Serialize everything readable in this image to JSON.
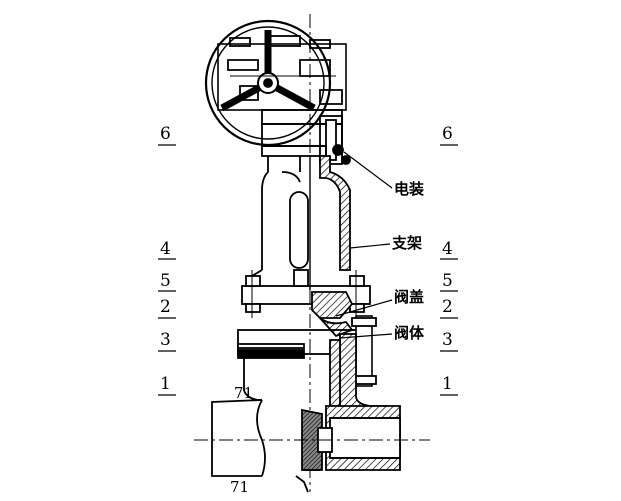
{
  "left_markers": [
    {
      "id": "left-6",
      "text": "6"
    },
    {
      "id": "left-4",
      "text": "4"
    },
    {
      "id": "left-5",
      "text": "5"
    },
    {
      "id": "left-2",
      "text": "2"
    },
    {
      "id": "left-3",
      "text": "3"
    },
    {
      "id": "left-1",
      "text": "1"
    }
  ],
  "right_markers": [
    {
      "id": "right-6",
      "text": "6"
    },
    {
      "id": "right-4",
      "text": "4"
    },
    {
      "id": "right-5",
      "text": "5"
    },
    {
      "id": "right-2",
      "text": "2"
    },
    {
      "id": "right-3",
      "text": "3"
    },
    {
      "id": "right-1",
      "text": "1"
    }
  ],
  "labels": {
    "actuator": "电装",
    "yoke": "支架",
    "bonnet": "阀盖",
    "body": "阀体"
  },
  "dimensions": {
    "upper": "71",
    "lower": "71"
  }
}
